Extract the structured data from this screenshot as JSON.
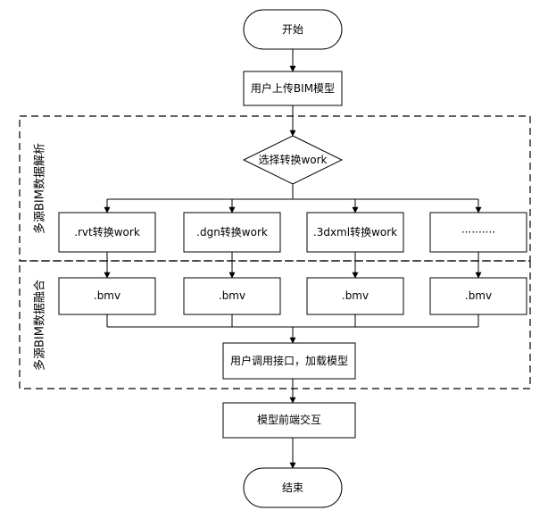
{
  "nodes": {
    "start": "开始",
    "upload": "用户上传BIM模型",
    "select": "选择转换work",
    "rvt": ".rvt转换work",
    "dgn": ".dgn转换work",
    "dxml": ".3dxml转换work",
    "more": "··········",
    "bmv1": ".bmv",
    "bmv2": ".bmv",
    "bmv3": ".bmv",
    "bmv4": ".bmv",
    "load": "用户调用接口，加载模型",
    "interact": "模型前端交互",
    "end": "结束"
  },
  "groups": {
    "parse": "多源BIM数据解析",
    "fuse": "多源BIM数据融合"
  }
}
